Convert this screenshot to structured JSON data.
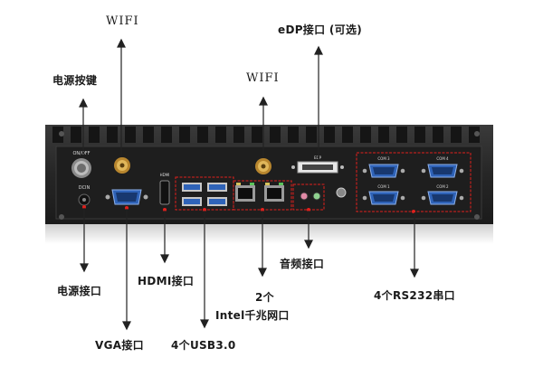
{
  "labels": {
    "wifi_top": "WIFI",
    "edp": "eDP接口 (可选)",
    "power_button": "电源按键",
    "wifi_mid": "WIFI",
    "power_port": "电源接口",
    "hdmi": "HDMI接口",
    "audio": "音频接口",
    "lan_line1": "2个",
    "lan_line2": "Intel千兆网口",
    "rs232": "4个RS232串口",
    "vga": "VGA接口",
    "usb": "4个USB3.0"
  },
  "panel": {
    "on_off": "ON/OFF",
    "dcin": "DCIN",
    "hdmi": "HDMI",
    "com1": "COM 1",
    "com2": "COM 2",
    "com3": "COM 3",
    "com4": "COM 4",
    "edp": "EDP"
  },
  "colors": {
    "chassis": "#2b2b2b",
    "panel": "#1f1f1f",
    "highlight": "#e0201c",
    "leader": "#222222",
    "port_blue": "#2f63b8",
    "gold": "#c99a3a"
  }
}
